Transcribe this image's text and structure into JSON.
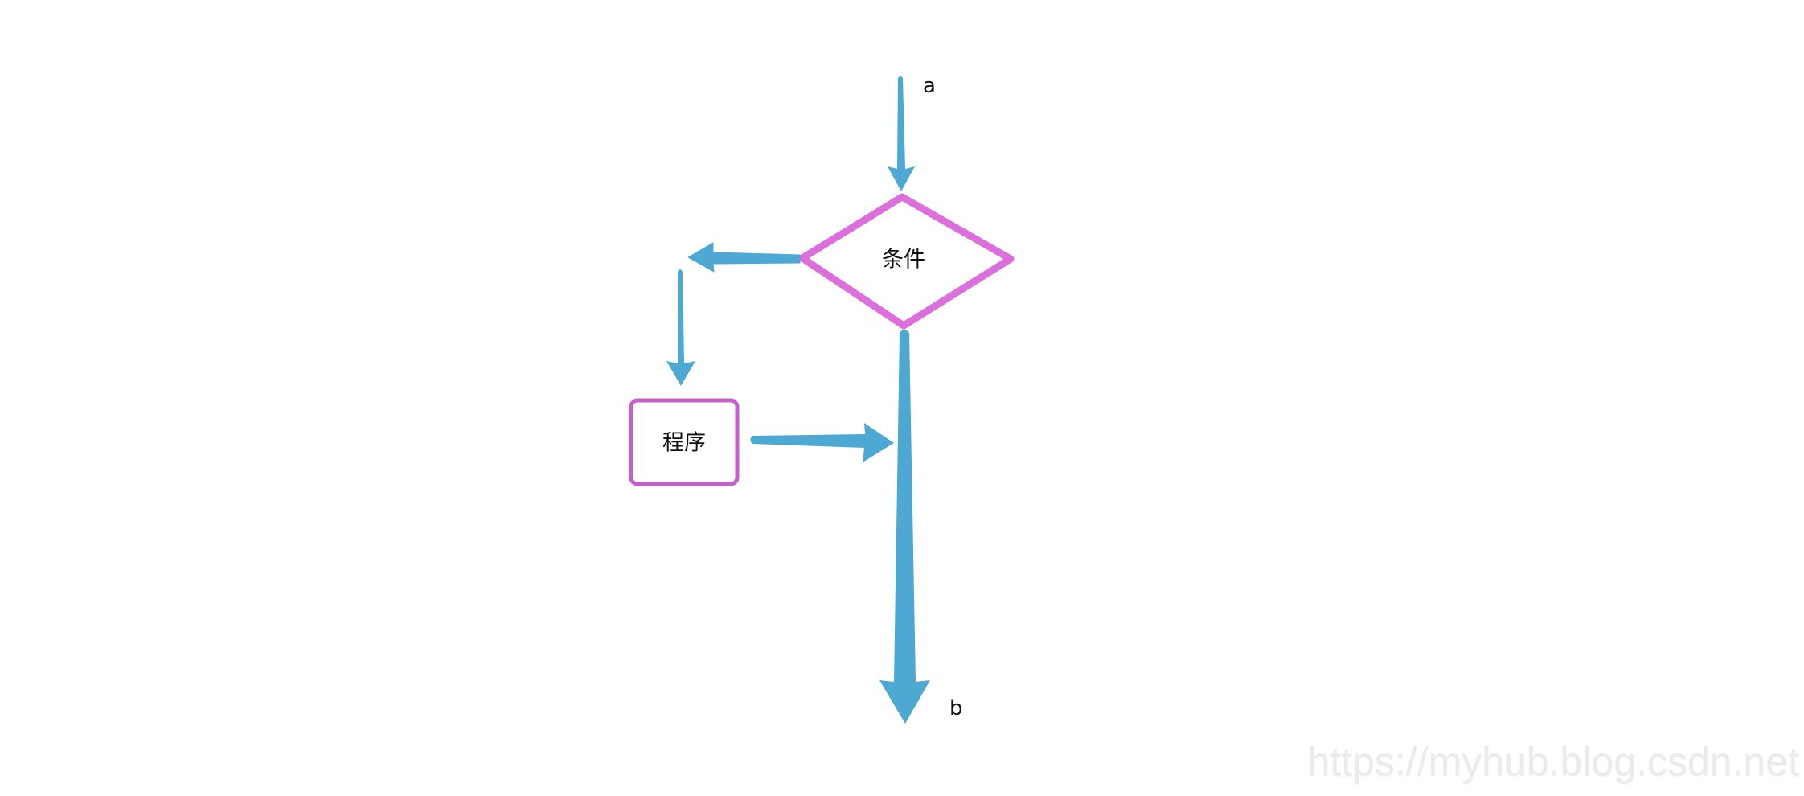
{
  "diagram": {
    "type": "flowchart",
    "colors": {
      "arrow": "#4DA8D4",
      "decision_stroke": "#DC6FDC",
      "process_stroke": "#C65FCB",
      "text": "#111111",
      "background": "#FFFFFF"
    },
    "nodes": [
      {
        "id": "condition",
        "shape": "diamond",
        "label": "条件"
      },
      {
        "id": "program",
        "shape": "rounded-rectangle",
        "label": "程序"
      }
    ],
    "terminals": {
      "entry_label": "a",
      "exit_label": "b"
    },
    "edges": [
      {
        "from": "a",
        "to": "condition"
      },
      {
        "from": "condition",
        "to": "program",
        "route": "left-then-down"
      },
      {
        "from": "program",
        "to": "main-line"
      },
      {
        "from": "condition",
        "to": "b"
      }
    ]
  },
  "watermark": "https://myhub.blog.csdn.net"
}
